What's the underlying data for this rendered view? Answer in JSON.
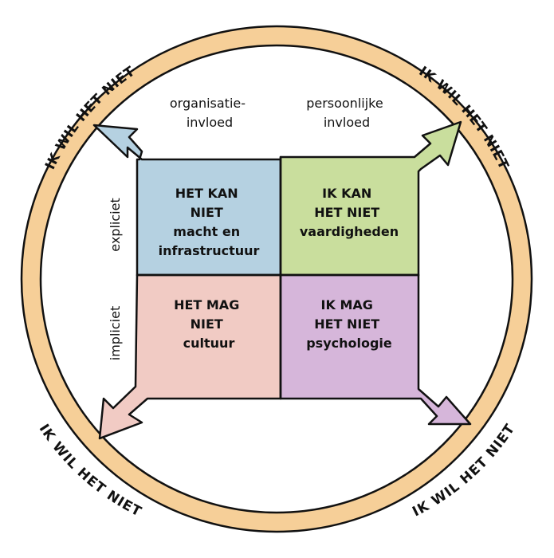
{
  "ring": {
    "label_top_left": "IK WIL HET NIET",
    "label_top_right": "IK WIL HET NIET",
    "label_bottom_left": "IK WIL HET NIET",
    "label_bottom_right": "IK WIL HET NIET",
    "color": "#f6cf98"
  },
  "headers": {
    "left": [
      "organisatie-",
      "invloed"
    ],
    "right": [
      "persoonlijke",
      "invloed"
    ]
  },
  "side_labels": {
    "top": "expliciet",
    "bottom": "impliciet"
  },
  "quadrants": {
    "top_left": {
      "lines": [
        "HET KAN",
        "NIET",
        "macht en",
        "infrastructuur"
      ],
      "color": "#b5d1e1"
    },
    "top_right": {
      "lines": [
        "IK KAN",
        "HET NIET",
        "vaardigheden"
      ],
      "color": "#c9de9d"
    },
    "bottom_left": {
      "lines": [
        "HET MAG",
        "NIET",
        "cultuur"
      ],
      "color": "#f1cbc4"
    },
    "bottom_right": {
      "lines": [
        "IK MAG",
        "HET NIET",
        "psychologie"
      ],
      "color": "#d6b6da"
    }
  }
}
